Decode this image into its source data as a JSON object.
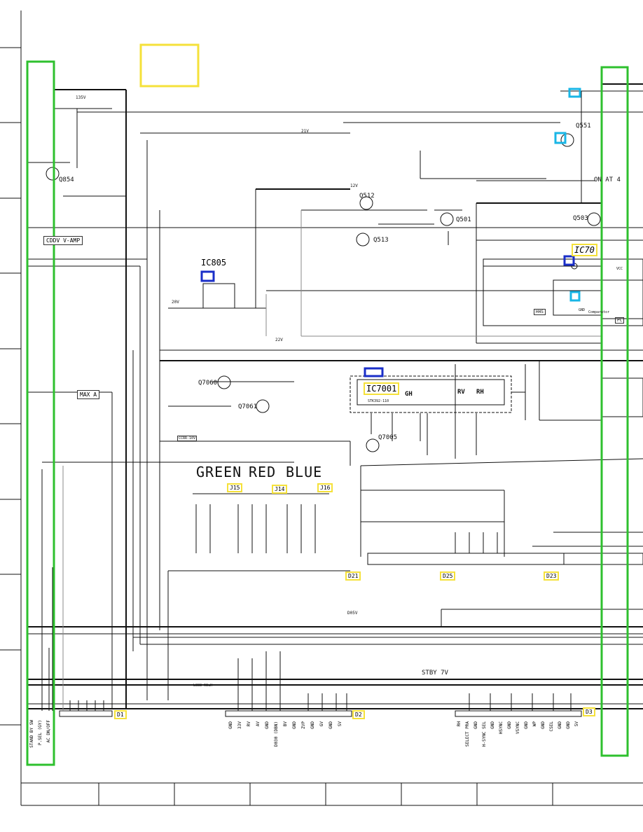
{
  "left_labels": {
    "cdv_amp": "CDDV V-AMP",
    "max_a": "MAX A",
    "q854": "Q854",
    "ic805": "IC805"
  },
  "rails": {
    "v21": "21V",
    "v12": "12V",
    "v20": "20V",
    "v22": "22V",
    "d05v": "D05V",
    "stby7v": "STBY 7V",
    "v135": "135V"
  },
  "transistors": {
    "q512": "Q512",
    "q513": "Q513",
    "q501": "Q501",
    "q503": "Q503",
    "q551": "Q551",
    "q7060": "Q7060",
    "q7061": "Q7061",
    "q7005": "Q7005"
  },
  "ics": {
    "ic701": "IC70",
    "ic7001": "IC7001",
    "ic7001_part": "STK392-110",
    "gh": "GH",
    "rv": "RV",
    "rh": "RH"
  },
  "headline": {
    "green": "GREEN",
    "red": "RED",
    "blue": "BLUE"
  },
  "connectors": {
    "d1": "D1",
    "d2": "D2",
    "d3": "D3",
    "d21": "D21",
    "d25": "D25",
    "d23": "D23",
    "j15": "J15",
    "j14": "J14",
    "j16": "J16"
  },
  "right_labels": {
    "on_at": "ON AT 4",
    "hhs": "HHS",
    "pc": "PC",
    "vcc": "VCC",
    "comparator": "Comparator",
    "gnd": "GND"
  },
  "bottom_pin_labels_d1": [
    "STAND BY SW",
    "P.SEL (GY)",
    "AC DN/OFF"
  ],
  "bottom_pin_labels_mid": [
    "GND",
    "33V",
    "RV",
    "AV",
    "GND",
    "D030 (DBN)",
    "BV",
    "GND",
    "ZVP",
    "GND",
    "GV",
    "GND",
    "SV"
  ],
  "bottom_pin_labels_right": [
    "RH",
    "SELECT PRA",
    "GND",
    "H-SYNC SEL",
    "GND",
    "HSYNC",
    "GND",
    "VSYNC",
    "GND",
    "WP",
    "GND",
    "CSEL",
    "GND",
    "GND",
    "5V"
  ],
  "misc": {
    "ccrr": "CCRR-10V",
    "inductor": "L888 68uH"
  },
  "colors": {
    "green_box": "#2ec02e",
    "yellow_box": "#f5e13a",
    "blue_box": "#1a2ec8",
    "cyan_box": "#19b6e6",
    "line": "#111111"
  }
}
